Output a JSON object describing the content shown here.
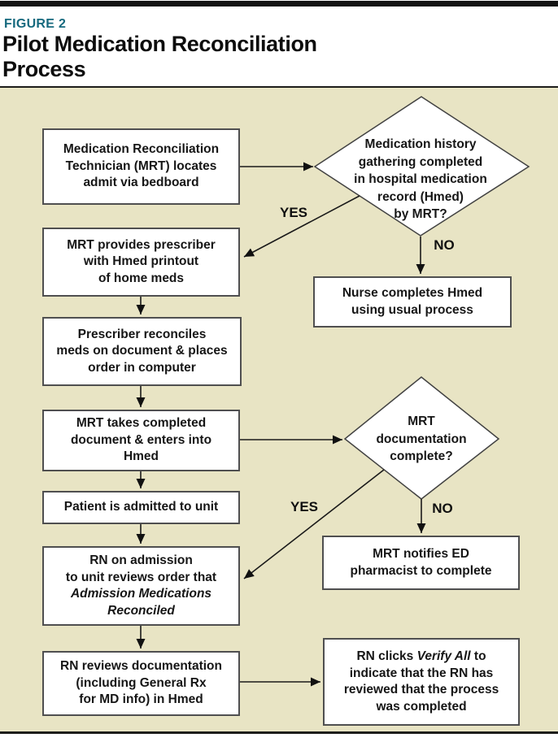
{
  "figure": {
    "label": "FIGURE 2",
    "title_lines": [
      "Pilot Medication Reconciliation",
      "Process"
    ]
  },
  "colors": {
    "accent_teal": "#16697e",
    "panel_background": "#e8e4c4",
    "node_background": "#ffffff",
    "node_border": "#4f4f50",
    "arrow": "#1a1a1a"
  },
  "flowchart": {
    "boxes": {
      "locate": {
        "lines": [
          "Medication Reconciliation",
          "Technician (MRT) locates",
          "admit via bedboard"
        ]
      },
      "printout": {
        "lines": [
          "MRT provides prescriber",
          "with Hmed printout",
          "of home meds"
        ]
      },
      "reconcile": {
        "lines": [
          "Prescriber reconciles",
          "meds on document & places",
          "order in computer"
        ]
      },
      "enters": {
        "lines": [
          "MRT takes completed",
          "document & enters into",
          "Hmed"
        ]
      },
      "admitted": {
        "lines": [
          "Patient is admitted to unit"
        ]
      },
      "rn_reviews_order": {
        "lines": [
          "RN on admission",
          "to unit reviews order that",
          "Admission Medications",
          "Reconciled"
        ]
      },
      "rn_reviews_doc": {
        "lines": [
          "RN reviews documentation",
          "(including General Rx",
          "for MD info) in Hmed"
        ]
      },
      "nurse_completes": {
        "lines": [
          "Nurse completes Hmed",
          "using usual process"
        ]
      },
      "notifies_pharmacist": {
        "lines": [
          "MRT notifies ED",
          "pharmacist to complete"
        ]
      },
      "verify_all": {
        "line1_pre": "RN clicks ",
        "line1_italic": "Verify All",
        "line1_post": " to",
        "lines": [
          "indicate that the RN has",
          "reviewed that the process",
          "was completed"
        ]
      }
    },
    "decisions": {
      "history_complete": {
        "lines": [
          "Medication history",
          "gathering completed",
          "in hospital medication",
          "record (Hmed)",
          "by MRT?"
        ]
      },
      "documentation_complete": {
        "lines": [
          "MRT",
          "documentation",
          "complete?"
        ]
      }
    },
    "edge_labels": {
      "d1_yes": "YES",
      "d1_no": "NO",
      "d2_yes": "YES",
      "d2_no": "NO"
    },
    "edges": [
      {
        "from": "locate",
        "to": "history_complete",
        "label": ""
      },
      {
        "from": "history_complete",
        "to": "printout",
        "label": "YES"
      },
      {
        "from": "history_complete",
        "to": "nurse_completes",
        "label": "NO"
      },
      {
        "from": "printout",
        "to": "reconcile",
        "label": ""
      },
      {
        "from": "reconcile",
        "to": "enters",
        "label": ""
      },
      {
        "from": "enters",
        "to": "documentation_complete",
        "label": ""
      },
      {
        "from": "enters",
        "to": "admitted",
        "label": ""
      },
      {
        "from": "admitted",
        "to": "rn_reviews_order",
        "label": ""
      },
      {
        "from": "documentation_complete",
        "to": "rn_reviews_order",
        "label": "YES"
      },
      {
        "from": "documentation_complete",
        "to": "notifies_pharmacist",
        "label": "NO"
      },
      {
        "from": "rn_reviews_order",
        "to": "rn_reviews_doc",
        "label": ""
      },
      {
        "from": "rn_reviews_doc",
        "to": "verify_all",
        "label": ""
      }
    ]
  }
}
